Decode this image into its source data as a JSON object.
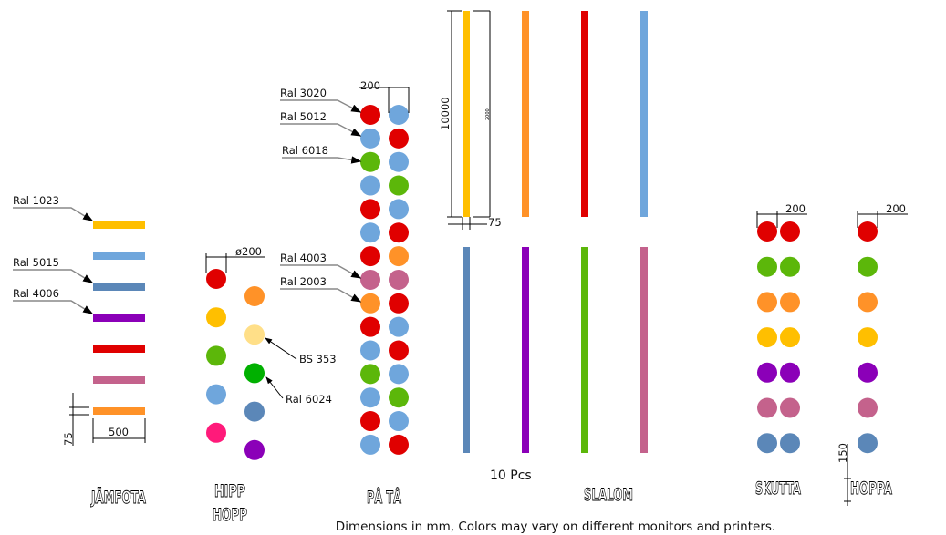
{
  "colors": {
    "yellow": "#FFBF00",
    "lightblue": "#6FA6DC",
    "steelblue": "#5B87B8",
    "purple": "#8B00B8",
    "red": "#E00000",
    "pink": "#C4628C",
    "orange": "#FF9228",
    "green": "#5CB70A",
    "bs353": "#FFDF88",
    "ral6024": "#00B000",
    "magenta": "#FF1A7A"
  },
  "jamfota": {
    "title": "JÄMFOTA",
    "bars": [
      "yellow",
      "lightblue",
      "steelblue",
      "purple",
      "red",
      "pink",
      "orange"
    ],
    "labels": [
      "Ral 1023",
      "Ral 5015",
      "Ral 4006"
    ],
    "dim_width": "500",
    "dim_height": "75"
  },
  "hipphopp": {
    "title_line1": "HIPP",
    "title_line2": "HOPP",
    "left": [
      "red",
      "yellow",
      "green",
      "lightblue",
      "magenta"
    ],
    "right": [
      "orange",
      "bs353",
      "ral6024",
      "steelblue",
      "purple"
    ],
    "dim_diameter": "ø200",
    "labels": [
      "BS 353",
      "Ral 6024"
    ]
  },
  "pata": {
    "title": "PÅ TÅ",
    "col1": [
      "red",
      "lightblue",
      "green",
      "lightblue",
      "red",
      "lightblue",
      "red",
      "pink",
      "orange",
      "red",
      "lightblue",
      "green",
      "lightblue",
      "red",
      "lightblue"
    ],
    "col2": [
      "lightblue",
      "red",
      "lightblue",
      "green",
      "lightblue",
      "red",
      "orange",
      "pink",
      "red",
      "lightblue",
      "red",
      "lightblue",
      "green",
      "lightblue",
      "red"
    ],
    "labels": [
      "Ral 3020",
      "Ral 5012",
      "Ral 6018",
      "Ral 4003",
      "Ral 2003"
    ],
    "dim_spacing": "200"
  },
  "slalom": {
    "title": "SLALOM",
    "top": [
      "yellow",
      "orange",
      "red",
      "lightblue"
    ],
    "bottom": [
      "steelblue",
      "purple",
      "green",
      "pink"
    ],
    "dim_length": "10000",
    "dim_inner": "2000",
    "dim_width": "75",
    "count": "10 Pcs"
  },
  "skutta": {
    "title": "SKUTTA",
    "rows": [
      "red",
      "green",
      "orange",
      "yellow",
      "purple",
      "pink",
      "steelblue"
    ],
    "dim_spacing": "200"
  },
  "hoppa": {
    "title": "HOPPA",
    "rows": [
      "red",
      "green",
      "orange",
      "yellow",
      "purple",
      "pink",
      "steelblue"
    ],
    "dim_spacing": "200",
    "dim_gap": "150"
  },
  "footer": "Dimensions in mm, Colors may vary on different monitors and printers."
}
